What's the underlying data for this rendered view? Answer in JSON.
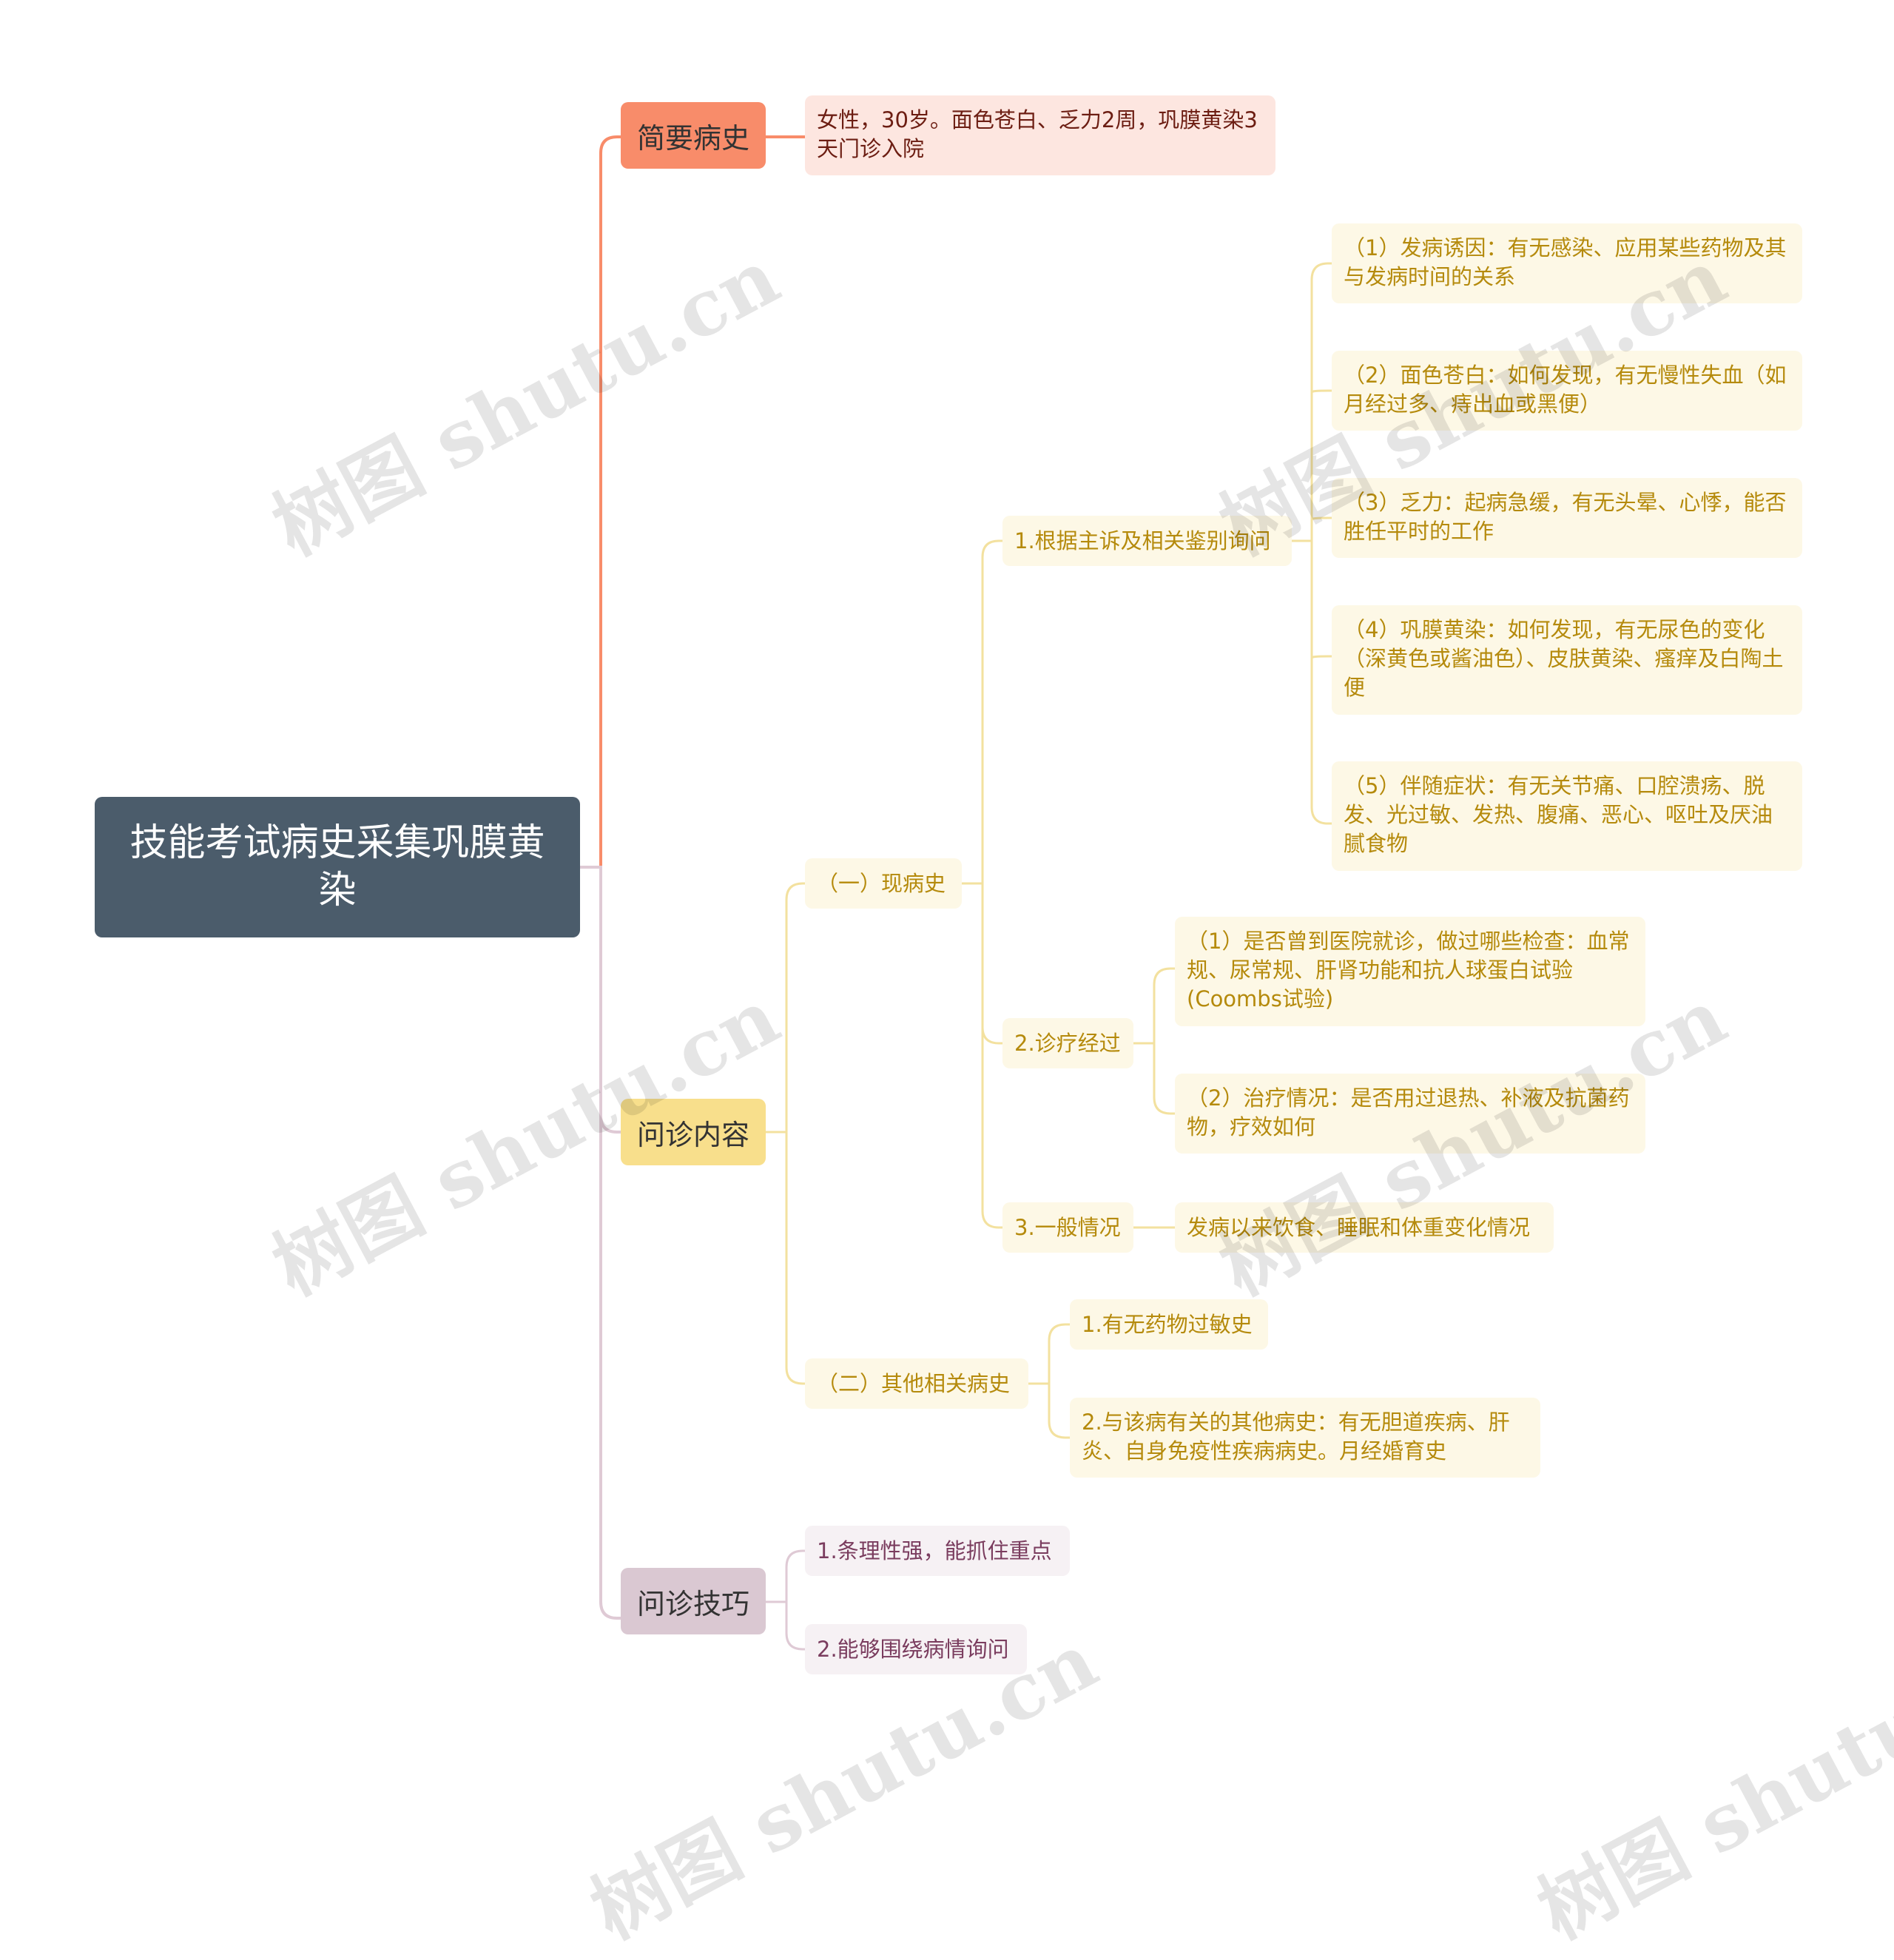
{
  "root": {
    "title": "技能考试病史采集巩膜黄染"
  },
  "branches": {
    "history": {
      "label": "简要病史",
      "content": "女性，30岁。面色苍白、乏力2周，巩膜黄染3天门诊入院"
    },
    "inquiry": {
      "label": "问诊内容",
      "present": {
        "label": "（一）现病史",
        "chief": {
          "label": "1.根据主诉及相关鉴别询问",
          "items": [
            "（1）发病诱因：有无感染、应用某些药物及其与发病时间的关系",
            "（2）面色苍白：如何发现，有无慢性失血（如月经过多、痔出血或黑便）",
            "（3）乏力：起病急缓，有无头晕、心悸，能否胜任平时的工作",
            "（4）巩膜黄染：如何发现，有无尿色的变化（深黄色或酱油色）、皮肤黄染、瘙痒及白陶土便",
            "（5）伴随症状：有无关节痛、口腔溃疡、脱发、光过敏、发热、腹痛、恶心、呕吐及厌油腻食物"
          ]
        },
        "treatment": {
          "label": "2.诊疗经过",
          "items": [
            "（1）是否曾到医院就诊，做过哪些检查：血常规、尿常规、肝肾功能和抗人球蛋白试验(Coombs试验)",
            "（2）治疗情况：是否用过退热、补液及抗菌药物，疗效如何"
          ]
        },
        "general": {
          "label": "3.一般情况",
          "content": "发病以来饮食、睡眠和体重变化情况"
        }
      },
      "other": {
        "label": "（二）其他相关病史",
        "items": [
          "1.有无药物过敏史",
          "2.与该病有关的其他病史：有无胆道疾病、肝炎、自身免疫性疾病病史。月经婚育史"
        ]
      }
    },
    "skills": {
      "label": "问诊技巧",
      "items": [
        "1.条理性强，能抓住重点",
        "2.能够围绕病情询问"
      ]
    }
  },
  "watermark": "树图 shutu.cn",
  "colors": {
    "root": "#4b5c6b",
    "red": "#f88c6a",
    "yellow": "#f8df8c",
    "purple": "#dac8d2",
    "red_line": "#f88c6a",
    "yellow_line": "#f3e19f",
    "purple_line": "#dfcad5"
  }
}
